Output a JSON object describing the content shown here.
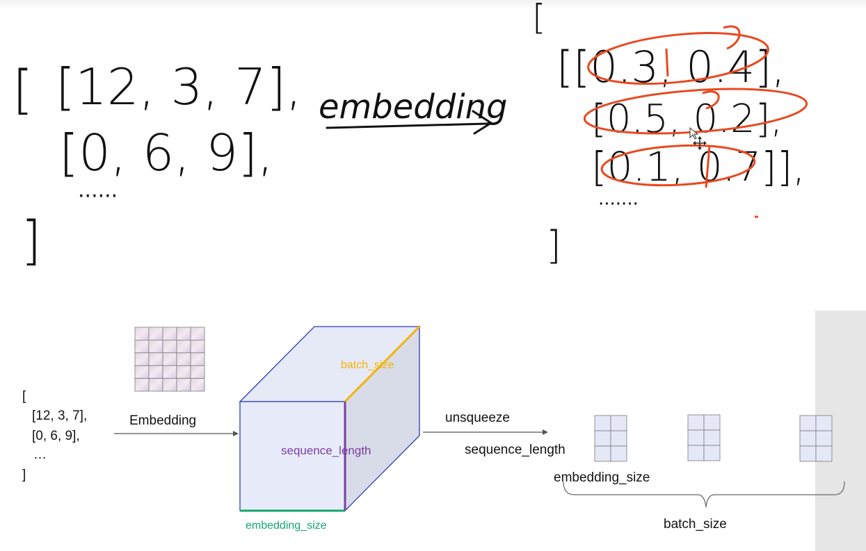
{
  "handwritten": {
    "input_tokens": [
      "[",
      "[12, 3, 7],",
      "[0, 6, 9],",
      "······",
      "]"
    ],
    "embedding_label": "embedding",
    "output_tokens": [
      "[",
      "[[0.3, 0.4],",
      "[0.5, 0.2],",
      "[0.1, 0.7]],",
      "·······",
      "]"
    ]
  },
  "diagram": {
    "input_list": [
      "[",
      "[12, 3, 7],",
      "[0, 6, 9],",
      "…",
      "]"
    ],
    "embedding_arrow_label": "Embedding",
    "cube": {
      "batch_size_label": "batch_size",
      "sequence_length_label": "sequence_length",
      "embedding_size_label": "embedding_size"
    },
    "unsqueeze_label": "unsqueeze",
    "matrix_sequence_length_label": "sequence_length",
    "matrix_embedding_size_label": "embedding_size",
    "batch_size_label": "batch_size"
  },
  "colors": {
    "ink": "#111111",
    "annotation_red": "#e8491f",
    "batch_orange": "#f5b400",
    "sequence_purple": "#7a3ea1",
    "embedding_green": "#14a66b",
    "cube_edge": "#2e3bb5",
    "cube_front": "#e8ecf8",
    "cube_side": "#d9dcea"
  }
}
